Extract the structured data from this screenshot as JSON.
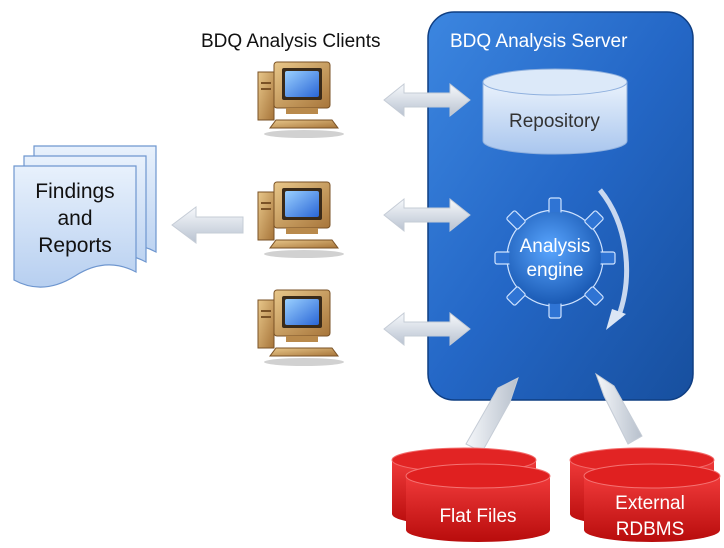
{
  "diagram": {
    "clients_title": "BDQ Analysis Clients",
    "server_title": "BDQ Analysis Server",
    "repository_label": "Repository",
    "engine_label_line1": "Analysis",
    "engine_label_line2": "engine",
    "findings_line1": "Findings",
    "findings_line2": "and",
    "findings_line3": "Reports",
    "flat_files_label": "Flat Files",
    "rdbms_line1": "External",
    "rdbms_line2": "RDBMS"
  },
  "colors": {
    "server_fill": "#1f5fb8",
    "db_red": "#d81414",
    "doc_fill": "#cfe0f6"
  },
  "icons": [
    "computer-icon",
    "double-arrow-icon",
    "gear-icon",
    "document-stack-icon",
    "database-icon"
  ]
}
